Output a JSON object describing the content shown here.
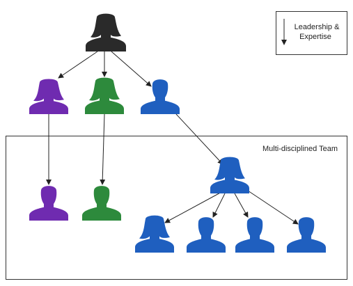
{
  "legend": {
    "line1": "Leadership &",
    "line2": "Expertise"
  },
  "team_label": "Multi-disciplined Team",
  "colors": {
    "leader": "#2a2a2a",
    "purple": "#6f2bb0",
    "green": "#2d8a3c",
    "blue": "#1f5fbf",
    "line": "#222222",
    "box": "#333333"
  },
  "people": [
    {
      "id": "leader",
      "icon": "female-person-icon",
      "color": "leader"
    },
    {
      "id": "purple-expert",
      "icon": "female-person-icon",
      "color": "purple"
    },
    {
      "id": "green-expert",
      "icon": "female-person-icon",
      "color": "green"
    },
    {
      "id": "blue-expert",
      "icon": "male-person-icon",
      "color": "blue"
    },
    {
      "id": "purple-member",
      "icon": "male-person-icon",
      "color": "purple"
    },
    {
      "id": "green-member",
      "icon": "male-person-icon",
      "color": "green"
    },
    {
      "id": "blue-team-lead",
      "icon": "female-person-icon",
      "color": "blue"
    },
    {
      "id": "blue-member-1",
      "icon": "female-person-icon",
      "color": "blue"
    },
    {
      "id": "blue-member-2",
      "icon": "male-person-icon",
      "color": "blue"
    },
    {
      "id": "blue-member-3",
      "icon": "male-person-icon",
      "color": "blue"
    },
    {
      "id": "blue-member-4",
      "icon": "male-person-icon",
      "color": "blue"
    }
  ],
  "links": [
    {
      "from": "leader",
      "to": "purple-expert"
    },
    {
      "from": "leader",
      "to": "green-expert"
    },
    {
      "from": "leader",
      "to": "blue-expert"
    },
    {
      "from": "purple-expert",
      "to": "purple-member"
    },
    {
      "from": "green-expert",
      "to": "green-member"
    },
    {
      "from": "blue-expert",
      "to": "blue-team-lead"
    },
    {
      "from": "blue-team-lead",
      "to": "blue-member-1"
    },
    {
      "from": "blue-team-lead",
      "to": "blue-member-2"
    },
    {
      "from": "blue-team-lead",
      "to": "blue-member-3"
    },
    {
      "from": "blue-team-lead",
      "to": "blue-member-4"
    }
  ]
}
